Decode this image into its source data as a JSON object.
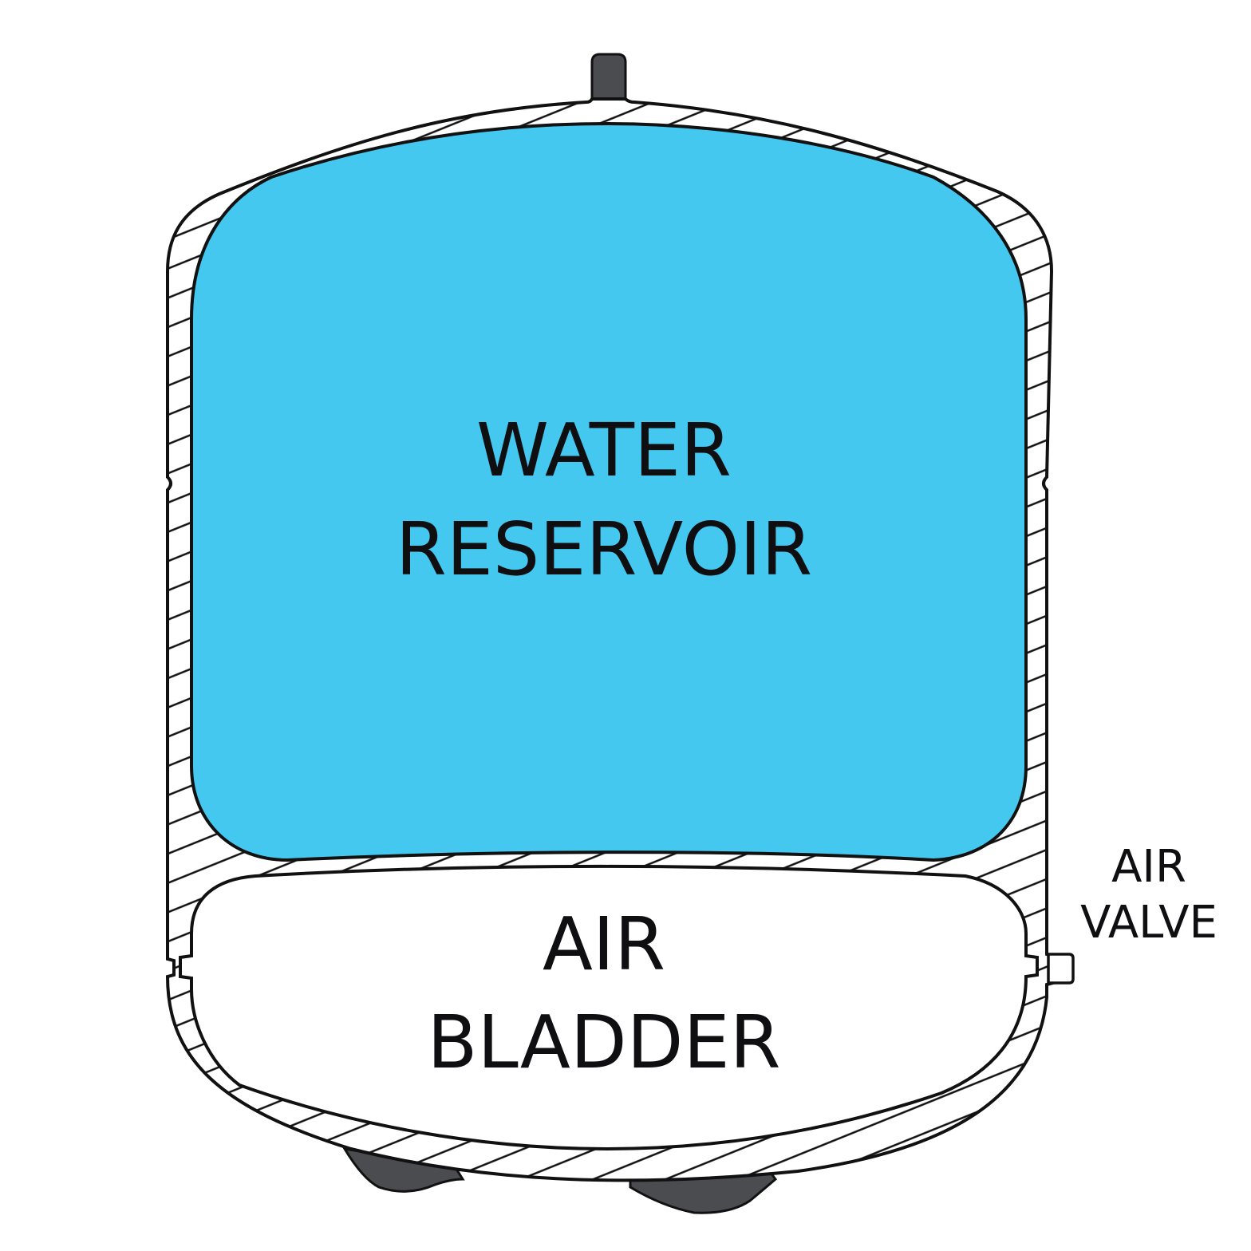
{
  "diagram": {
    "water_reservoir": {
      "line1": "WATER",
      "line2": "RESERVOIR",
      "fill_color": "#44c8ef"
    },
    "air_bladder": {
      "line1": "AIR",
      "line2": "BLADDER",
      "fill_color": "#ffffff"
    },
    "air_valve": {
      "line1": "AIR",
      "line2": "VALVE"
    },
    "colors": {
      "outline": "#111111",
      "fitting": "#4a4c50",
      "background": "#ffffff"
    }
  }
}
